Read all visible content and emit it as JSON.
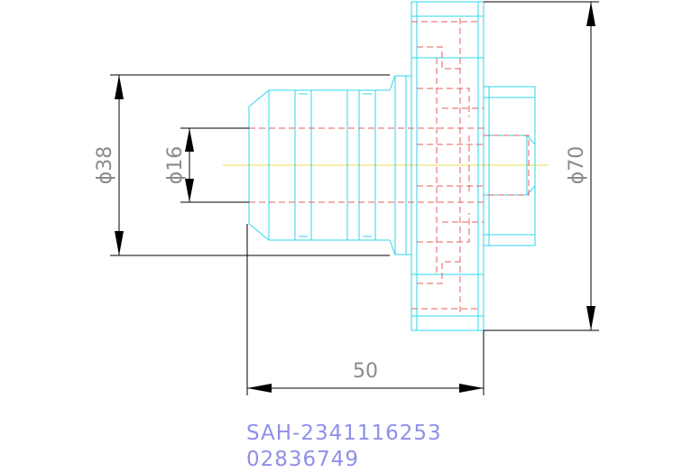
{
  "dimensions": {
    "d38": "ϕ38",
    "d16": "ϕ16",
    "d70": "ϕ70",
    "length": "50"
  },
  "part": {
    "code": "SAH-2341116253",
    "number": "02836749"
  },
  "colors": {
    "outline": "#2fd4ee",
    "hidden": "#e06060",
    "dimension": "#000000",
    "center": "#e8d84a",
    "label": "#8f8fe8"
  }
}
